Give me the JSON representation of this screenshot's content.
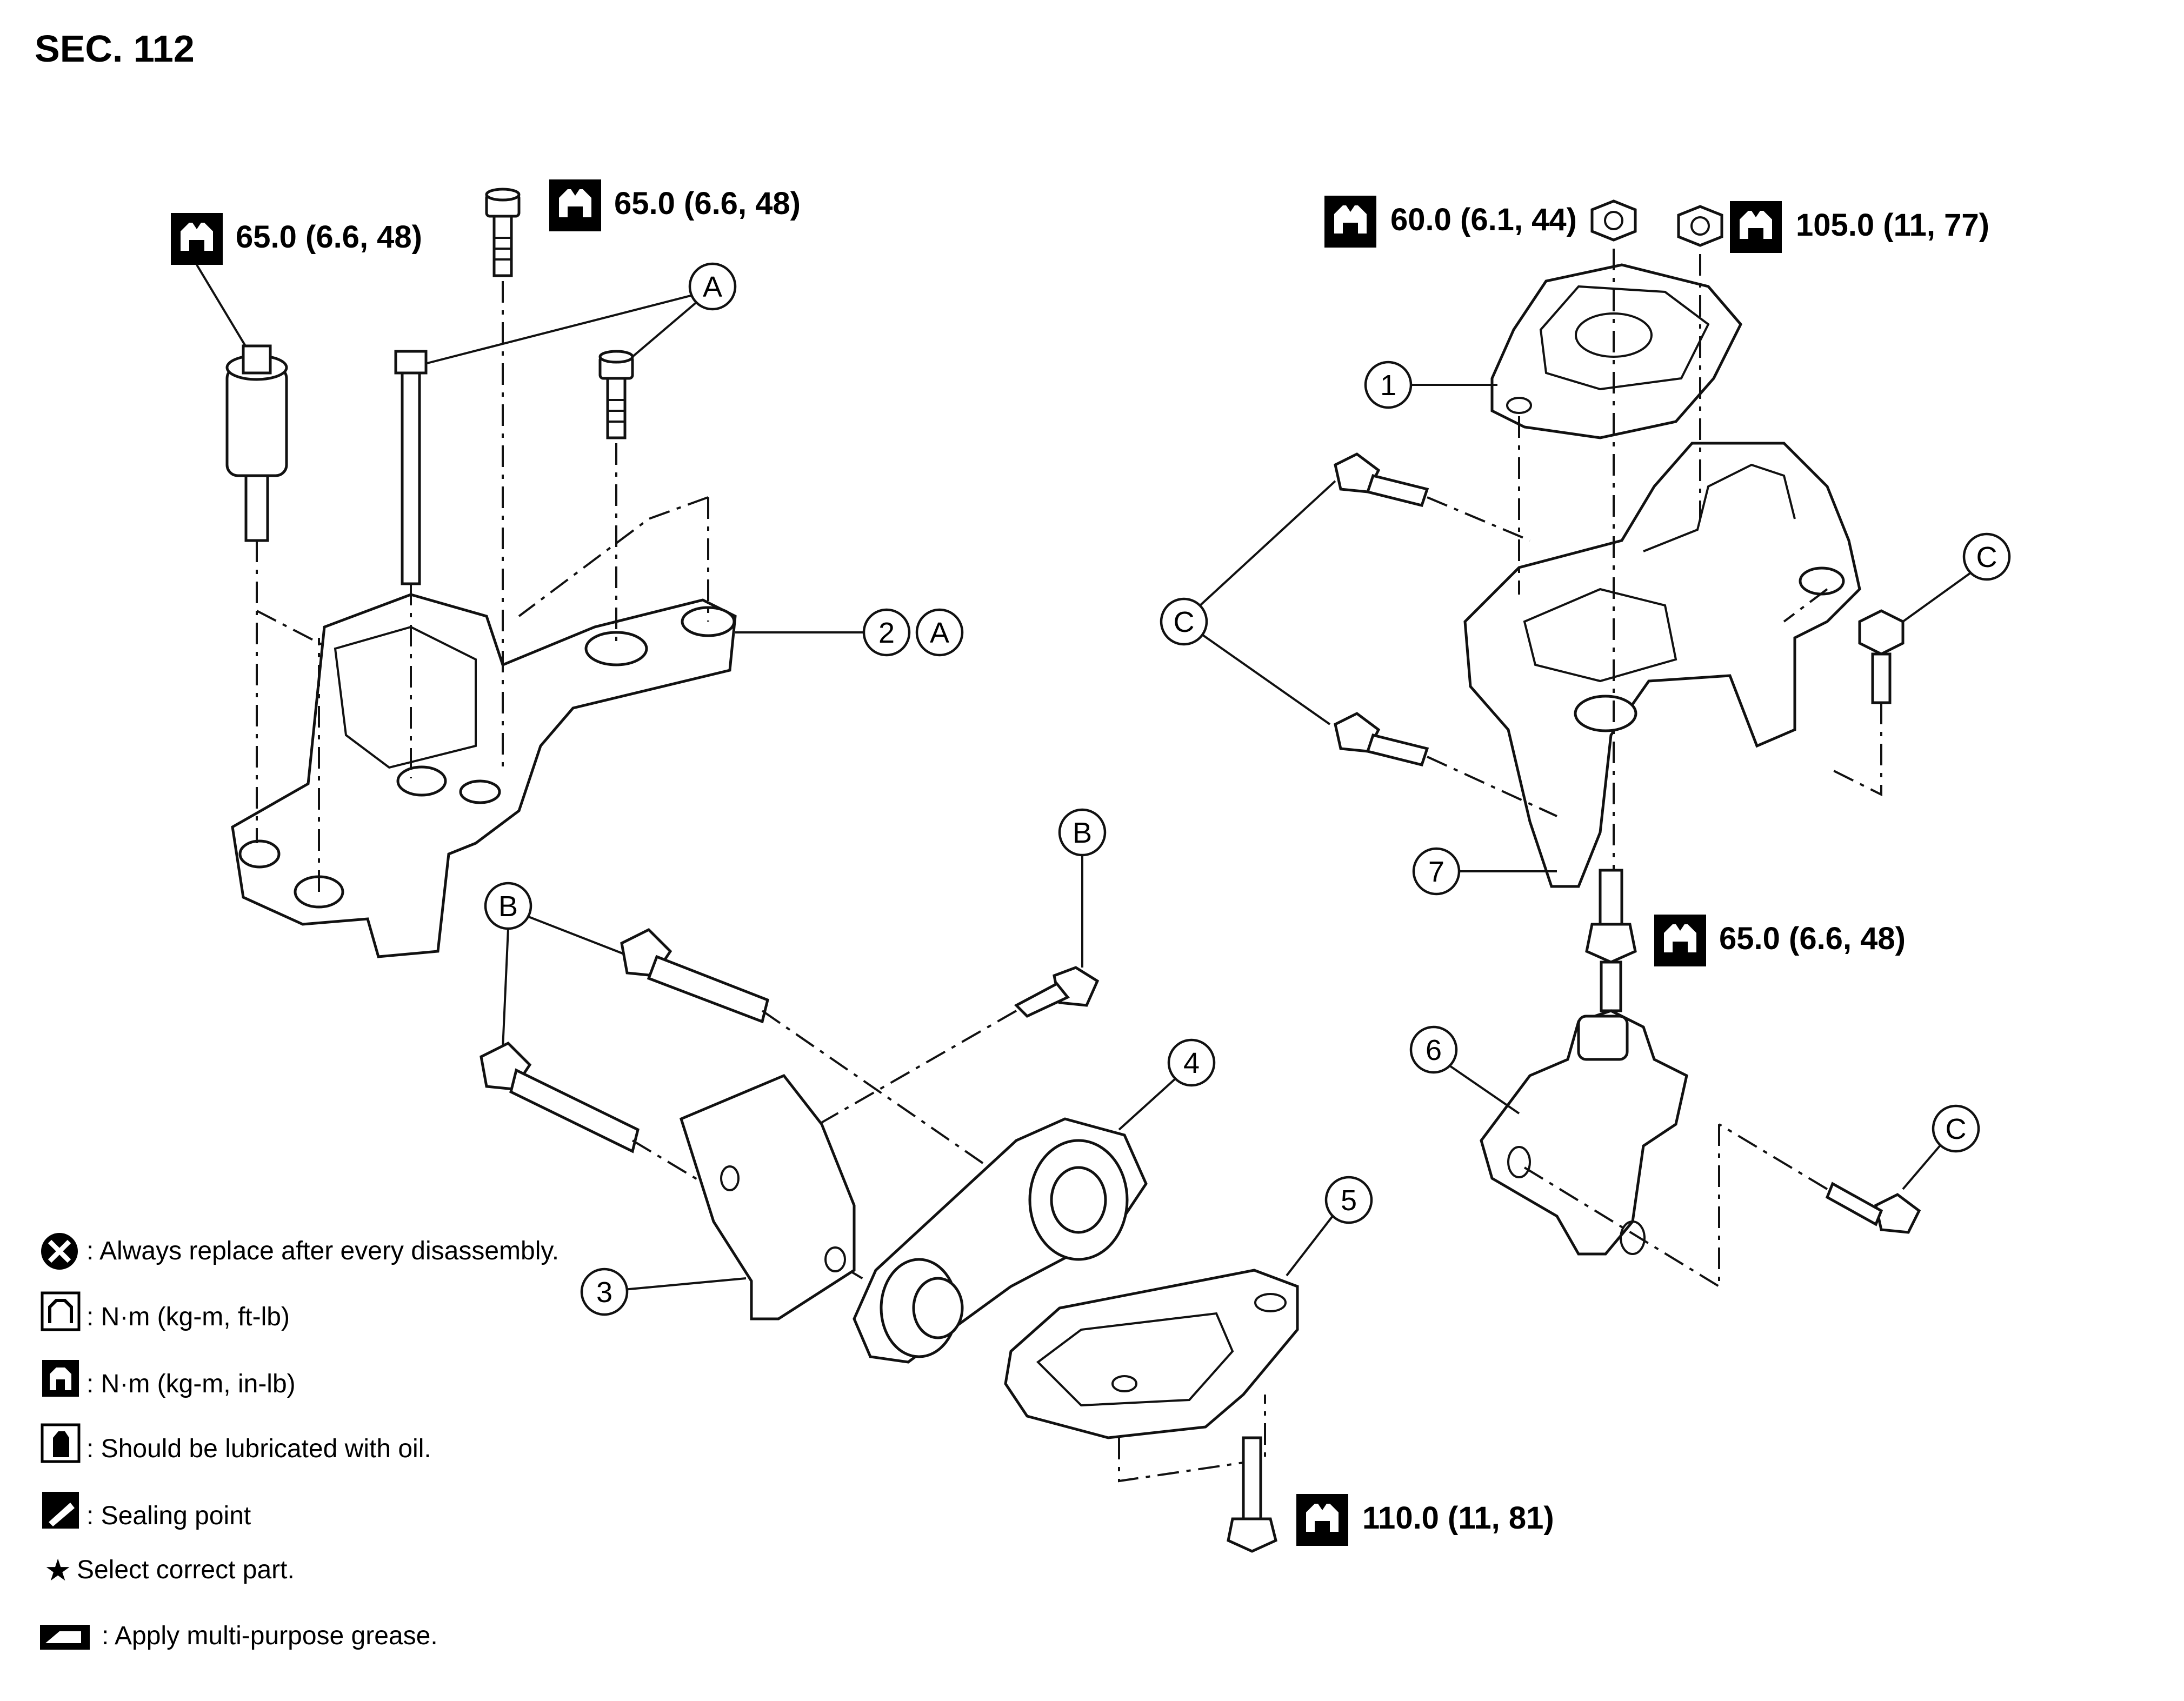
{
  "section": "SEC. 112",
  "torques": {
    "left_stud": "65.0 (6.6, 48)",
    "left_top_bolt": "65.0 (6.6, 48)",
    "right_nut_left": "60.0 (6.1, 44)",
    "right_nut_right": "105.0 (11, 77)",
    "right_lower_bolt": "65.0 (6.6, 48)",
    "rear_bolt": "110.0 (11, 81)"
  },
  "callouts": {
    "one": "1",
    "two": "2",
    "three": "3",
    "four": "4",
    "five": "5",
    "six": "6",
    "seven": "7",
    "a": "A",
    "b": "B",
    "c": "C"
  },
  "legend": [
    {
      "icon": "always-replace-icon",
      "text": ": Always replace after every disassembly."
    },
    {
      "icon": "torque-ftlb-icon",
      "text": ": N·m (kg-m, ft-lb)"
    },
    {
      "icon": "torque-inlb-icon",
      "text": ": N·m (kg-m, in-lb)"
    },
    {
      "icon": "oil-can-icon",
      "text": ": Should be lubricated with oil."
    },
    {
      "icon": "sealing-point-icon",
      "text": ": Sealing point"
    },
    {
      "icon": "star-icon",
      "text": "Select correct part."
    },
    {
      "icon": "grease-icon",
      "text": ": Apply multi-purpose grease."
    }
  ]
}
